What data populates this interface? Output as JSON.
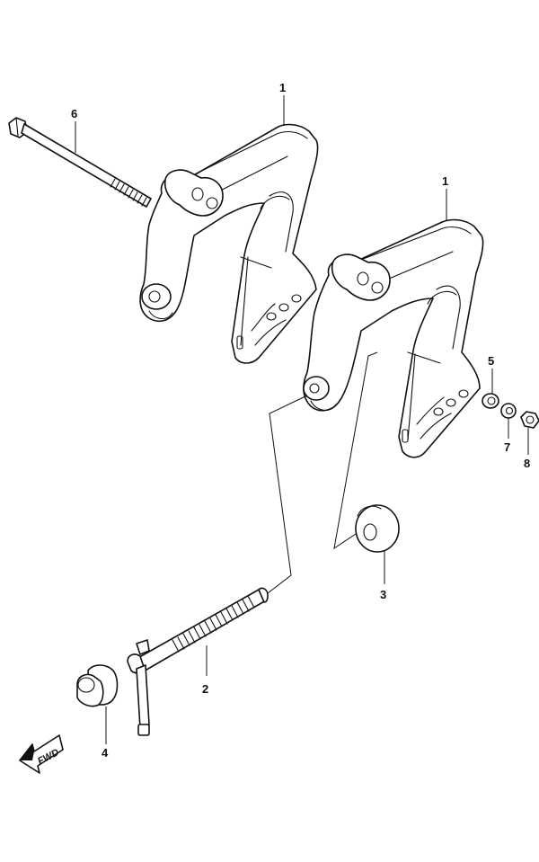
{
  "callouts": {
    "c1a": "1",
    "c1b": "1",
    "c2": "2",
    "c3": "3",
    "c4": "4",
    "c5": "5",
    "c6": "6",
    "c7": "7",
    "c8": "8"
  },
  "fwd_label": "FWD",
  "colors": {
    "line": "#111111",
    "background": "#ffffff"
  }
}
